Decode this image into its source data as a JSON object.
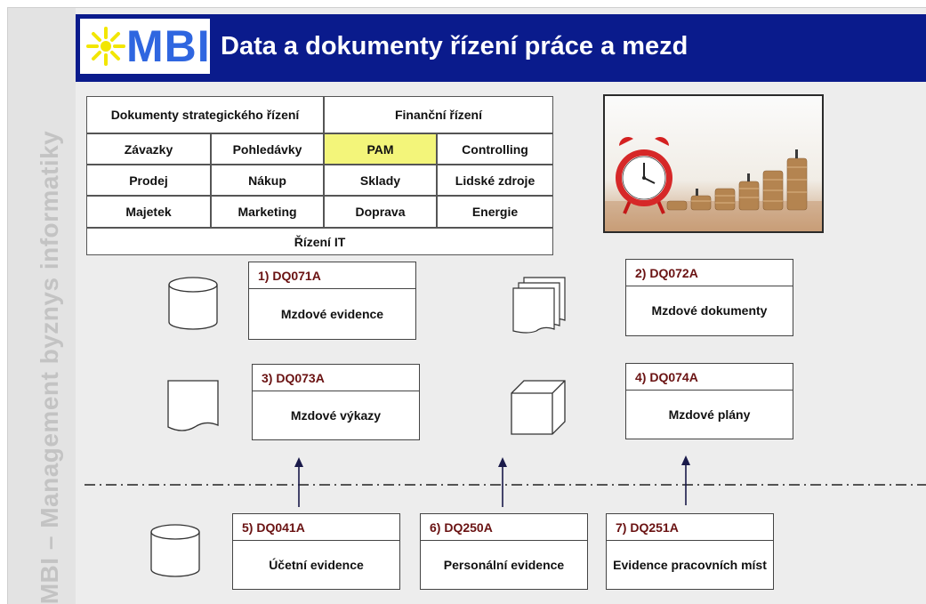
{
  "sidebar": {
    "text": "MBI – Management byznys informatiky"
  },
  "header": {
    "logo_text": "MBI",
    "title": "Data a dokumenty řízení práce a mezd"
  },
  "matrix": {
    "row1": [
      "Dokumenty strategického řízení",
      "Finanční řízení"
    ],
    "row2": [
      "Závazky",
      "Pohledávky",
      "PAM",
      "Controlling"
    ],
    "row3": [
      "Prodej",
      "Nákup",
      "Sklady",
      "Lidské zdroje"
    ],
    "row4": [
      "Majetek",
      "Marketing",
      "Doprava",
      "Energie"
    ],
    "row5": [
      "Řízení IT"
    ],
    "highlight": "PAM",
    "highlight_color": "#f3f57a"
  },
  "cards": [
    {
      "code": "1) DQ071A",
      "label": "Mzdové evidence",
      "icon": "database-cylinder-icon"
    },
    {
      "code": "2) DQ072A",
      "label": "Mzdové dokumenty",
      "icon": "document-stack-icon"
    },
    {
      "code": "3) DQ073A",
      "label": "Mzdové výkazy",
      "icon": "document-icon"
    },
    {
      "code": "4) DQ074A",
      "label": "Mzdové plány",
      "icon": "cube-icon"
    },
    {
      "code": "5) DQ041A",
      "label": "Účetní evidence",
      "icon": "database-cylinder-icon"
    },
    {
      "code": "6) DQ250A",
      "label": "Personální evidence"
    },
    {
      "code": "7) DQ251A",
      "label": "Evidence pracovních míst"
    }
  ],
  "colors": {
    "header_bg": "#0a1b8c",
    "code_text": "#6a1212",
    "logo_blue": "#2f66e0",
    "logo_sun": "#f2e600"
  }
}
